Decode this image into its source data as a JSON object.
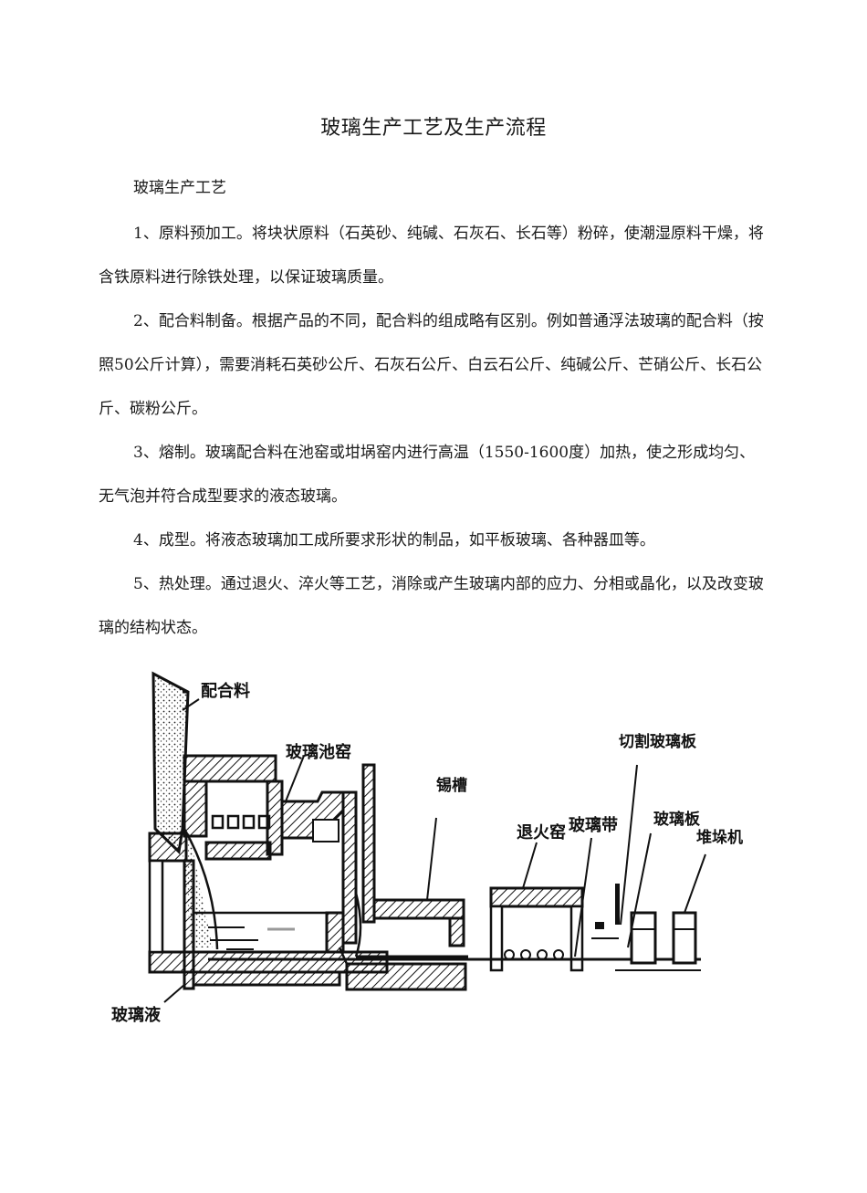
{
  "document": {
    "title": "玻璃生产工艺及生产流程",
    "subtitle": "玻璃生产工艺",
    "steps": [
      {
        "text": "1、原料预加工。将块状原料（石英砂、纯碱、石灰石、长石等）粉碎，使潮湿原料干燥，将含铁原料进行除铁处理，以保证玻璃质量。"
      },
      {
        "text": "2、配合料制备。根据产品的不同，配合料的组成略有区别。例如普通浮法玻璃的配合料（按照50公斤计算），需要消耗石英砂公斤、石灰石公斤、白云石公斤、纯碱公斤、芒硝公斤、长石公斤、碳粉公斤。"
      },
      {
        "text": "3、熔制。玻璃配合料在池窑或坩埚窑内进行高温（1550-1600度）加热，使之形成均匀、无气泡并符合成型要求的液态玻璃。"
      },
      {
        "text": "4、成型。将液态玻璃加工成所要求形状的制品，如平板玻璃、各种器皿等。"
      },
      {
        "text": "5、热处理。通过退火、淬火等工艺，消除或产生玻璃内部的应力、分相或晶化，以及改变玻璃的结构状态。"
      }
    ]
  },
  "diagram": {
    "labels": {
      "batch": "配合料",
      "furnace": "玻璃池窑",
      "tin_bath": "锡槽",
      "lehr": "退火窑",
      "ribbon": "玻璃带",
      "cutting": "切割玻璃板",
      "sheet": "玻璃板",
      "stacker": "堆垛机",
      "molten": "玻璃液"
    }
  }
}
